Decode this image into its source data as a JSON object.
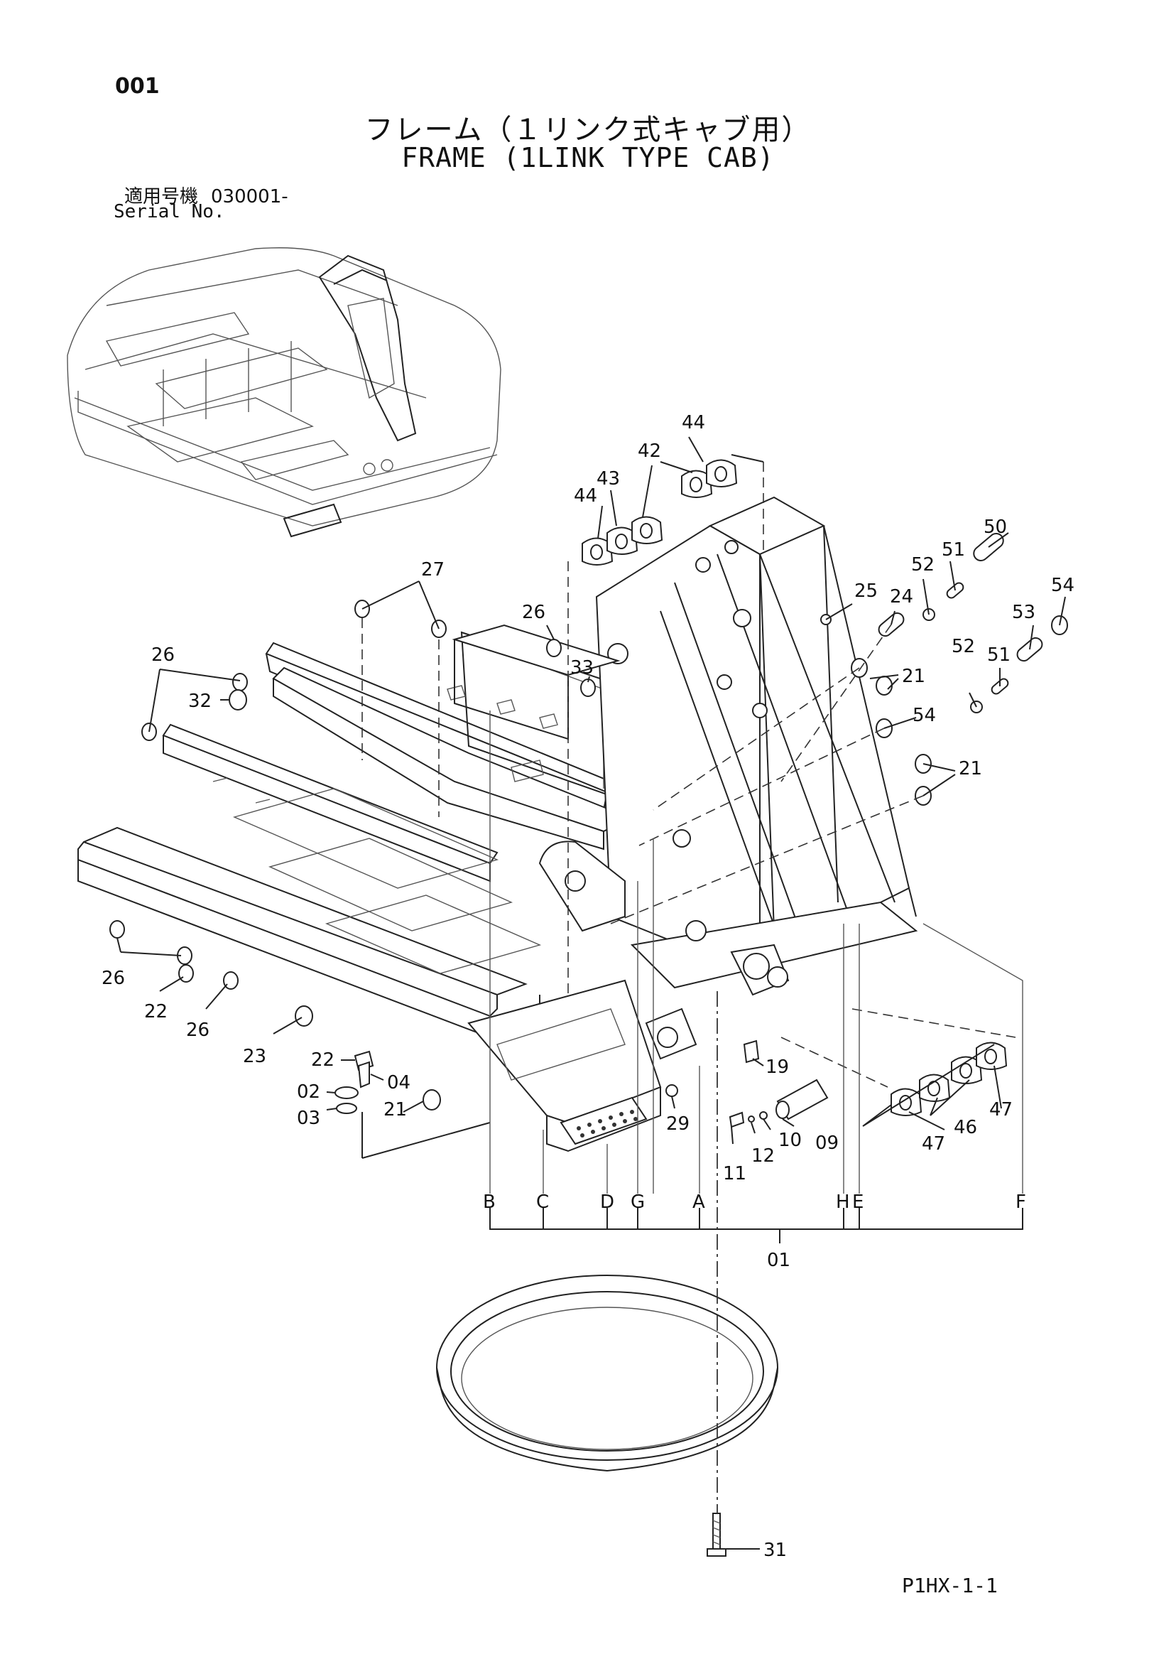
{
  "header": {
    "page_number": "001",
    "title_jp": "フレーム（１リンク式キャブ用）",
    "title_en": "FRAME (1LINK TYPE CAB)",
    "serial_label_jp": "適用号機",
    "serial_value": "030001-",
    "serial_label_en": "Serial No."
  },
  "callouts": {
    "c44a": "44",
    "c44b": "44",
    "c43": "43",
    "c42": "42",
    "c50": "50",
    "c51a": "51",
    "c51b": "51",
    "c52a": "52",
    "c52b": "52",
    "c53": "53",
    "c54a": "54",
    "c54b": "54",
    "c27": "27",
    "c26a": "26",
    "c26b": "26",
    "c26c": "26",
    "c26d": "26",
    "c25": "25",
    "c24": "24",
    "c33": "33",
    "c32": "32",
    "c21a": "21",
    "c21b": "21",
    "c21c": "21",
    "c22a": "22",
    "c22b": "22",
    "c23": "23",
    "c04": "04",
    "c02": "02",
    "c03": "03",
    "c29": "29",
    "c19": "19",
    "c09": "09",
    "c10": "10",
    "c11": "11",
    "c12": "12",
    "c46": "46",
    "c47a": "47",
    "c47b": "47",
    "c01": "01",
    "c31": "31"
  },
  "letters": {
    "B": "B",
    "C": "C",
    "D": "D",
    "G": "G",
    "A": "A",
    "H": "H",
    "E": "E",
    "F": "F"
  },
  "footer": {
    "page_code": "P1HX-1-1"
  }
}
